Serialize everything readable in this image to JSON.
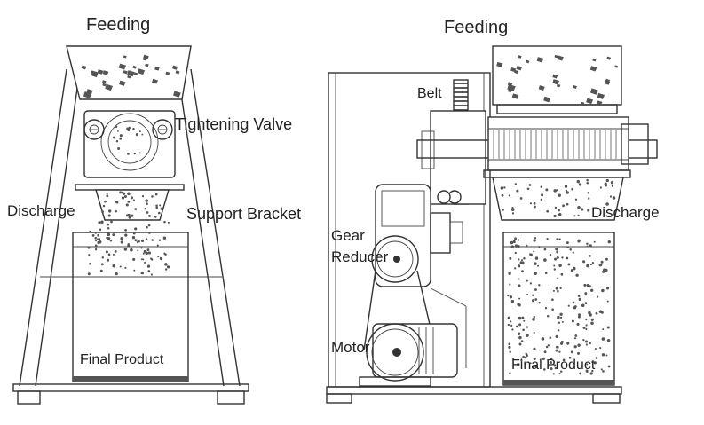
{
  "left_machine": {
    "labels": {
      "feeding": "Feeding",
      "tightening_valve": "Tightening Valve",
      "discharge": "Discharge",
      "support_bracket": "Support Bracket",
      "final_product": "Final Product"
    }
  },
  "right_machine": {
    "labels": {
      "feeding": "Feeding",
      "belt": "Belt",
      "gear_reducer_line1": "Gear",
      "gear_reducer_line2": "Reducer",
      "motor": "Motor",
      "discharge": "Discharge",
      "final_product": "Final Product"
    }
  },
  "colors": {
    "line": "#333333",
    "particle": "#555555",
    "background": "#ffffff"
  }
}
